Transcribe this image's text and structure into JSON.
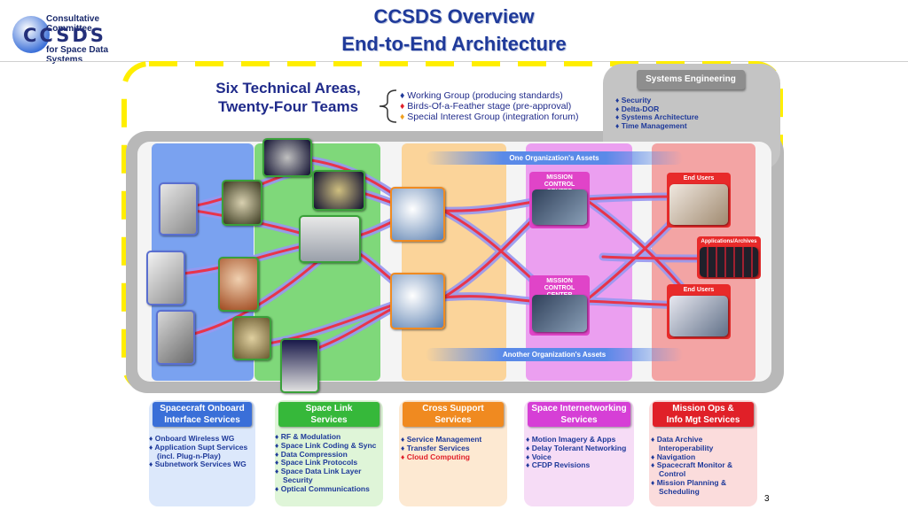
{
  "title_line1": "CCSDS Overview",
  "title_line2": "End-to-End Architecture",
  "logo": {
    "top_text": "Consultative Committee",
    "mark": "CCSDS",
    "bottom_text": "for Space Data Systems"
  },
  "technical_areas": {
    "line1": "Six Technical Areas,",
    "line2": "Twenty-Four Teams",
    "legend": [
      {
        "text": "Working Group (producing standards)",
        "color": "#1f3a9a"
      },
      {
        "text": "Birds-Of-a-Feather stage (pre-approval)",
        "color": "#e0202a"
      },
      {
        "text": "Special Interest Group (integration forum)",
        "color": "#f0a020"
      }
    ]
  },
  "systems_engineering": {
    "label": "Systems Engineering",
    "items": [
      "Security",
      "Delta-DOR",
      "Systems Architecture",
      "Time Management"
    ]
  },
  "diagram": {
    "one_org": "One Organization's Assets",
    "another_org": "Another Organization's Assets",
    "mcc_top": "MISSION CONTROL CENTER",
    "mcc_bottom": "MISSION CONTROL CENTER",
    "end_users_top": "End Users",
    "end_users_bottom": "End Users",
    "apps_archives": "Applications/Archives"
  },
  "categories": [
    {
      "line1": "Spacecraft Onboard",
      "line2": "Interface Services",
      "color": "#3a6fd8",
      "panel": "#dce8fb",
      "items": [
        {
          "text": "Onboard Wireless WG",
          "red": false
        },
        {
          "text": "Application Supt Services (incl. Plug-n-Play)",
          "red": false
        },
        {
          "text": "Subnetwork Services WG",
          "red": false
        }
      ]
    },
    {
      "line1": "Space Link",
      "line2": "Services",
      "color": "#36b83a",
      "panel": "#dff5d8",
      "items": [
        {
          "text": "RF & Modulation",
          "red": false
        },
        {
          "text": "Space Link Coding & Sync",
          "red": false
        },
        {
          "text": "Data Compression",
          "red": false
        },
        {
          "text": "Space Link Protocols",
          "red": false
        },
        {
          "text": "Space Data Link Layer Security",
          "red": false
        },
        {
          "text": "Optical Communications",
          "red": false
        }
      ]
    },
    {
      "line1": "Cross Support",
      "line2": "Services",
      "color": "#f08a20",
      "panel": "#fde9d2",
      "items": [
        {
          "text": "Service Management",
          "red": false
        },
        {
          "text": "Transfer Services",
          "red": false
        },
        {
          "text": "Cloud Computing",
          "red": true
        }
      ]
    },
    {
      "line1": "Space Internetworking",
      "line2": "Services",
      "color": "#d63fd6",
      "panel": "#f6dcf6",
      "items": [
        {
          "text": "Motion Imagery & Apps",
          "red": false
        },
        {
          "text": "Delay Tolerant Networking",
          "red": false
        },
        {
          "text": "Voice",
          "red": false
        },
        {
          "text": "CFDP Revisions",
          "red": false
        }
      ]
    },
    {
      "line1": "Mission Ops &",
      "line2": "Info Mgt Services",
      "color": "#e02028",
      "panel": "#fbdcdc",
      "items": [
        {
          "text": "Data Archive Interoperability",
          "red": false
        },
        {
          "text": "Navigation",
          "red": false
        },
        {
          "text": "Spacecraft Monitor & Control",
          "red": false
        },
        {
          "text": "Mission Planning & Scheduling",
          "red": false
        }
      ]
    }
  ],
  "page_number": "3"
}
